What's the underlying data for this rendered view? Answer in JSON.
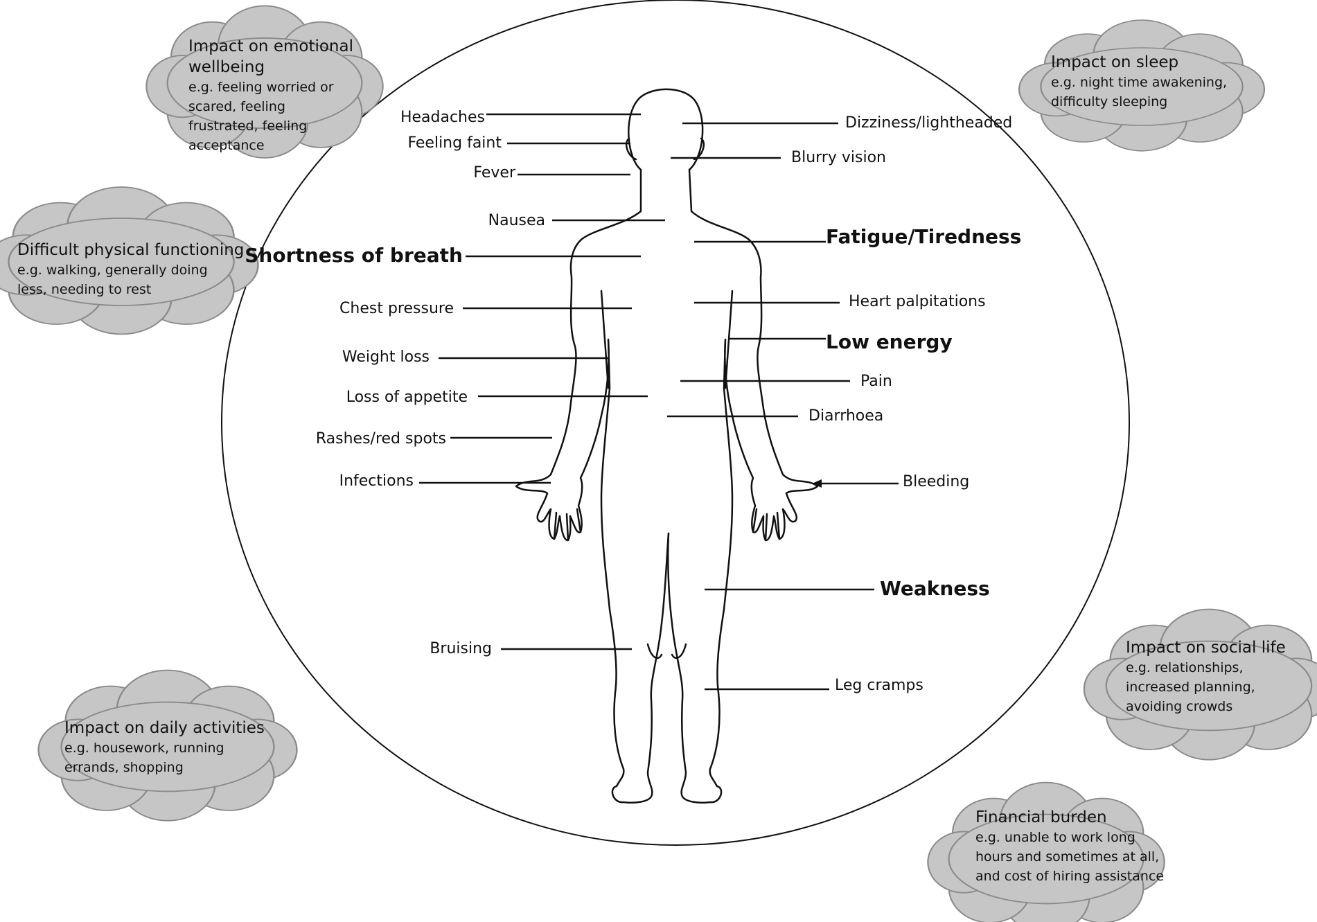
{
  "clouds": {
    "emotional": {
      "title": "Impact on emotional wellbeing",
      "desc": "e.g. feeling worried or scared, feeling frustrated, feeling acceptance"
    },
    "sleep": {
      "title": "Impact on sleep",
      "desc": "e.g. night time awakening, difficulty sleeping"
    },
    "physical": {
      "title": "Difficult physical functioning",
      "desc": "e.g. walking, generally doing less, needing to rest"
    },
    "social": {
      "title": "Impact on social life",
      "desc": "e.g. relationships, increased planning, avoiding crowds"
    },
    "daily": {
      "title": "Impact on daily activities",
      "desc": "e.g. housework, running errands, shopping"
    },
    "financial": {
      "title": "Financial burden",
      "desc": "e.g. unable to work long hours and sometimes at all, and cost of hiring assistance"
    }
  },
  "symptoms": {
    "headaches": "Headaches",
    "feeling_faint": "Feeling faint",
    "fever": "Fever",
    "nausea": "Nausea",
    "shortness_of_breath": "Shortness of breath",
    "chest_pressure": "Chest pressure",
    "weight_loss": "Weight loss",
    "loss_of_appetite": "Loss of appetite",
    "rashes": "Rashes/red spots",
    "infections": "Infections",
    "bruising": "Bruising",
    "dizziness": "Dizziness/lightheaded",
    "blurry_vision": "Blurry vision",
    "fatigue": "Fatigue/Tiredness",
    "heart_palpitations": "Heart palpitations",
    "low_energy": "Low energy",
    "pain": "Pain",
    "diarrhoea": "Diarrhoea",
    "bleeding": "Bleeding",
    "weakness": "Weakness",
    "leg_cramps": "Leg cramps"
  },
  "colors": {
    "cloud_fill": "#c6c6c6",
    "cloud_stroke": "#8a8a8a",
    "line": "#111111"
  }
}
